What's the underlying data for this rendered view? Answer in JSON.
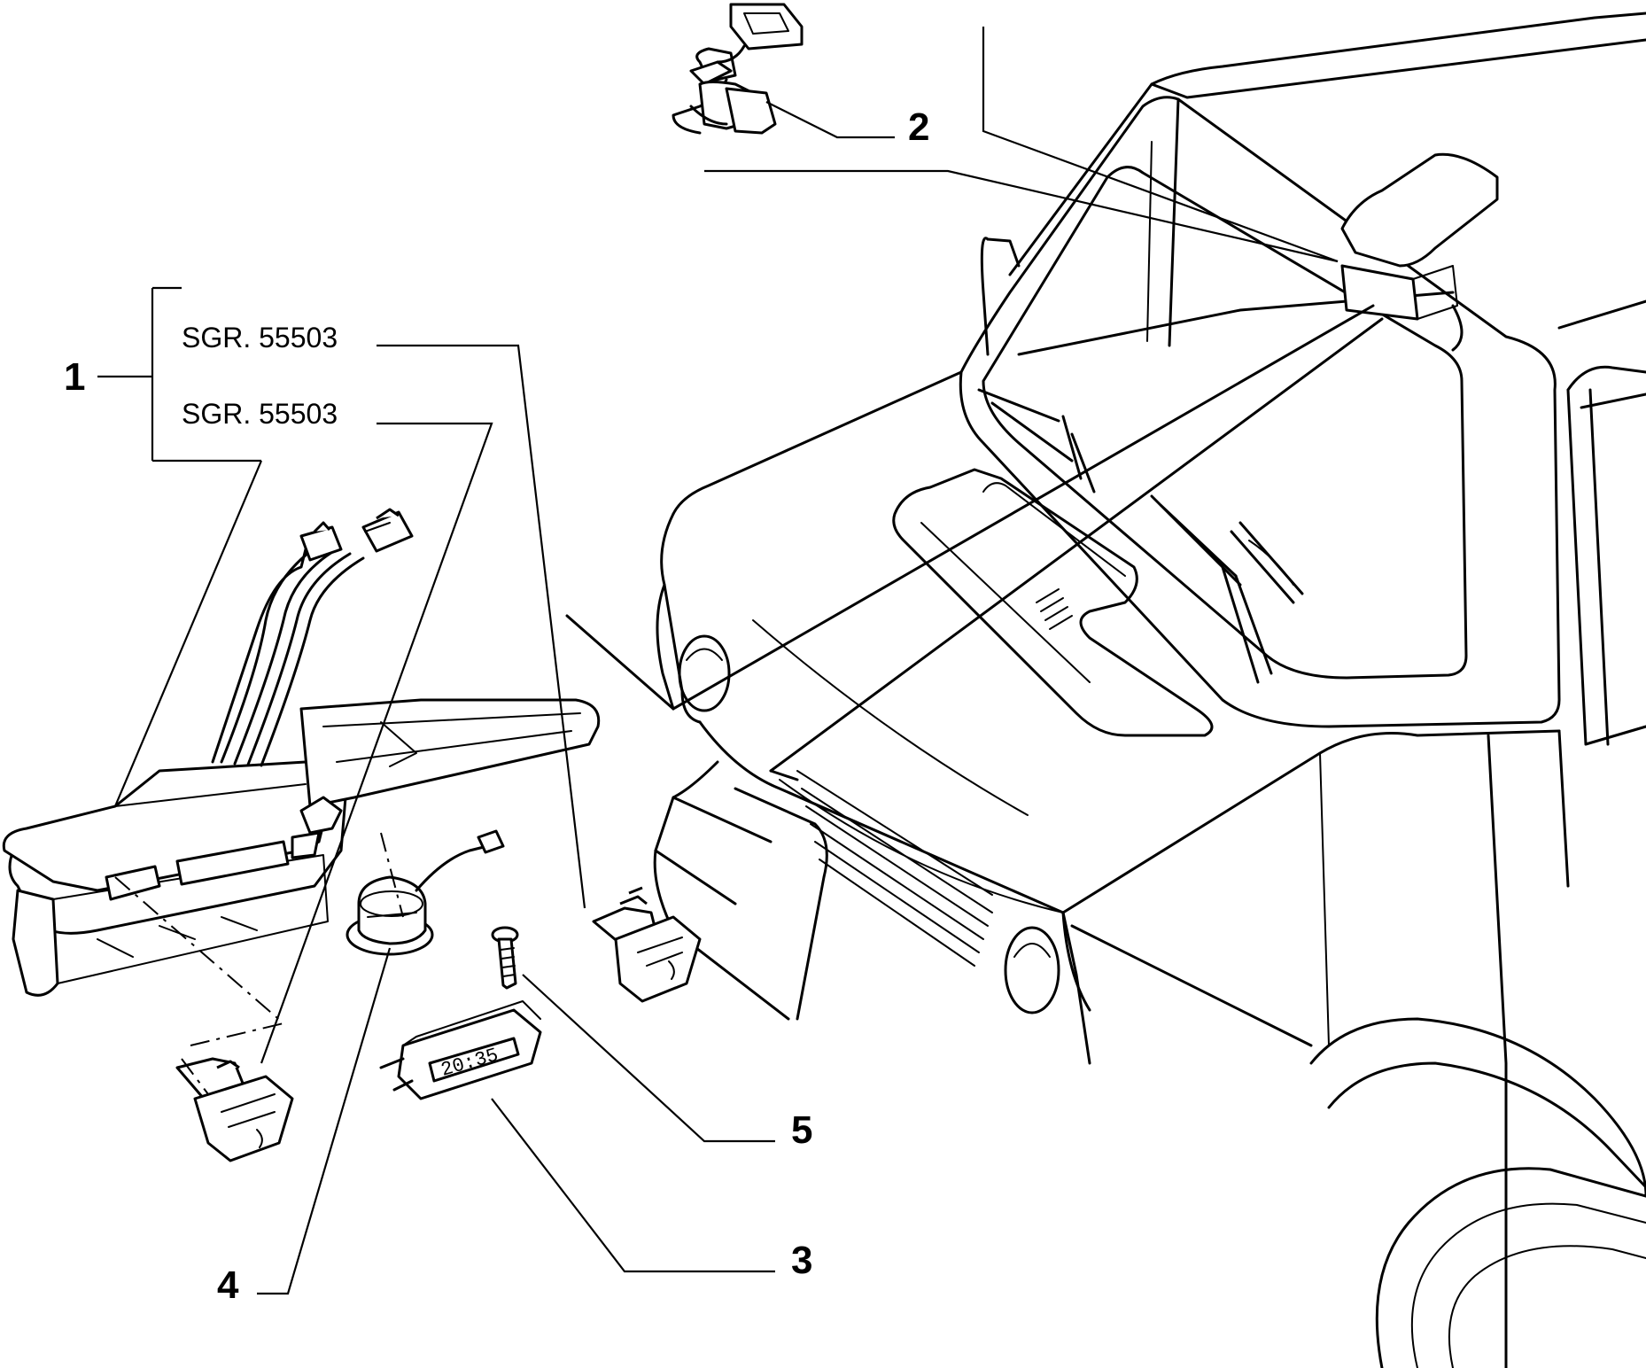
{
  "callouts": {
    "c1": "1",
    "c2": "2",
    "c3": "3",
    "c4": "4",
    "c5": "5"
  },
  "group_labels": {
    "upper": "SGR. 55503",
    "lower": "SGR. 55503"
  },
  "clock_display": "20:35",
  "components": {
    "c1": "overhead-console-assembly",
    "c2": "dome-lamp",
    "c3": "digital-clock",
    "c4": "speaker",
    "c5": "screw"
  }
}
